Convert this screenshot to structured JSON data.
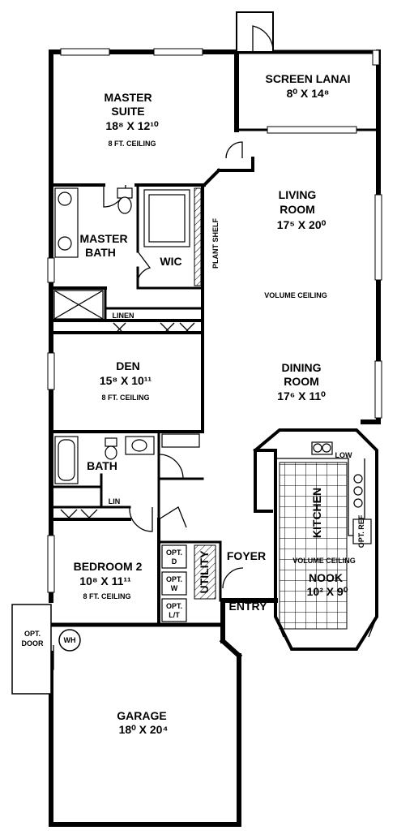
{
  "rooms": {
    "master_suite": {
      "name_1": "MASTER",
      "name_2": "SUITE",
      "dims": "18⁸ X 12¹⁰",
      "ceiling": "8 FT. CEILING"
    },
    "screen_lanai": {
      "name": "SCREEN LANAI",
      "dims": "8⁰ X 14⁸"
    },
    "living_room": {
      "name_1": "LIVING",
      "name_2": "ROOM",
      "dims": "17⁵ X 20⁰"
    },
    "volume_ceiling_living": "VOLUME CEILING",
    "master_bath": {
      "name_1": "MASTER",
      "name_2": "BATH"
    },
    "wic": "WIC",
    "plant_shelf": "PLANT SHELF",
    "linen": "LINEN",
    "den": {
      "name": "DEN",
      "dims": "15⁸ X 10¹¹",
      "ceiling": "8 FT. CEILING"
    },
    "dining_room": {
      "name_1": "DINING",
      "name_2": "ROOM",
      "dims": "17⁶ X 11⁰"
    },
    "bath": "BATH",
    "lin": "LIN",
    "kitchen": "KITCHEN",
    "low": "LOW",
    "opt_ref": "OPT. REF",
    "bedroom2": {
      "name": "BEDROOM 2",
      "dims": "10⁸ X 11¹¹",
      "ceiling": "8 FT. CEILING"
    },
    "foyer": "FOYER",
    "utility": "UTILITY",
    "opt_d": {
      "l1": "OPT.",
      "l2": "D"
    },
    "opt_w": {
      "l1": "OPT.",
      "l2": "W"
    },
    "opt_lt": {
      "l1": "OPT.",
      "l2": "L/T"
    },
    "volume_ceiling_nook": "VOLUME CEILING",
    "nook": {
      "name": "NOOK",
      "dims": "10² X 9⁰"
    },
    "entry": "ENTRY",
    "opt_door": {
      "l1": "OPT.",
      "l2": "DOOR"
    },
    "wh": "WH",
    "garage": {
      "name": "GARAGE",
      "dims": "18⁰ X 20⁴"
    }
  }
}
